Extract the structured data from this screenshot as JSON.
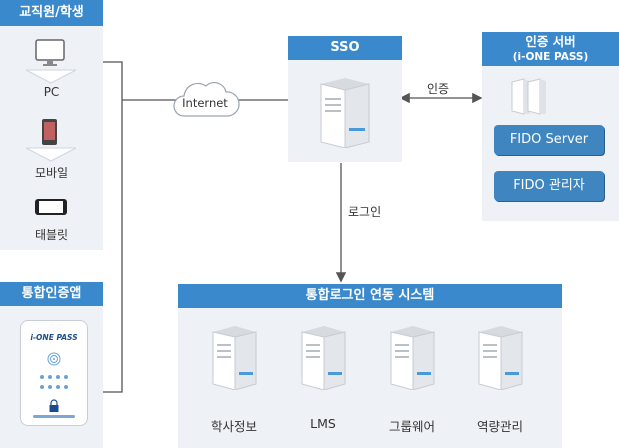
{
  "users": {
    "title": "교직원/학생",
    "devices": [
      "PC",
      "모바일",
      "태블릿"
    ]
  },
  "app": {
    "title": "통합인증앱",
    "logo": "i-ONE PASS"
  },
  "network": {
    "label": "Internet"
  },
  "sso": {
    "title": "SSO"
  },
  "auth": {
    "title_line1": "인증 서버",
    "title_line2": "(i-ONE PASS)",
    "buttons": [
      "FIDO Server",
      "FIDO 관리자"
    ]
  },
  "edges": {
    "auth_label": "인증",
    "login_label": "로그인"
  },
  "system": {
    "title": "통합로그인 연동 시스템",
    "servers": [
      "학사정보",
      "LMS",
      "그룹웨어",
      "역량관리"
    ]
  }
}
